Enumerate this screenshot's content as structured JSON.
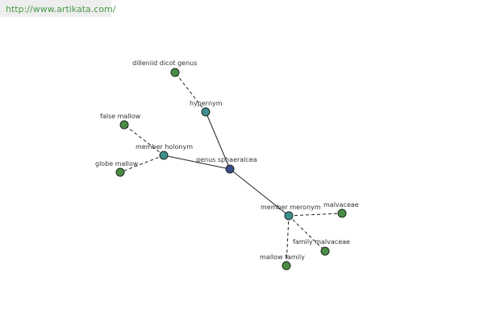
{
  "site": {
    "url_text": "http://www.artikata.com/"
  },
  "colors": {
    "center": "#3b4a8c",
    "relation": "#3f8f8f",
    "term": "#4a8c45",
    "edge": "#222222",
    "banner": "#eeeeee",
    "link": "#4a9b4a"
  },
  "graph": {
    "nodes": [
      {
        "id": "genus-sphaeralcea",
        "label": "genus sphaeralcea",
        "kind": "center"
      },
      {
        "id": "hypernym",
        "label": "hypernym",
        "kind": "relation"
      },
      {
        "id": "member-holonym",
        "label": "member holonym",
        "kind": "relation"
      },
      {
        "id": "member-meronym",
        "label": "member meronym",
        "kind": "relation"
      },
      {
        "id": "dilleniid-dicot-genus",
        "label": "dilleniid dicot genus",
        "kind": "term"
      },
      {
        "id": "false-mallow",
        "label": "false mallow",
        "kind": "term"
      },
      {
        "id": "globe-mallow",
        "label": "globe mallow",
        "kind": "term"
      },
      {
        "id": "malvaceae",
        "label": "malvaceae",
        "kind": "term"
      },
      {
        "id": "family-malvaceae",
        "label": "family malvaceae",
        "kind": "term"
      },
      {
        "id": "mallow-family",
        "label": "mallow family",
        "kind": "term"
      }
    ],
    "edges": [
      {
        "from": "genus-sphaeralcea",
        "to": "hypernym",
        "style": "solid"
      },
      {
        "from": "genus-sphaeralcea",
        "to": "member-holonym",
        "style": "solid"
      },
      {
        "from": "genus-sphaeralcea",
        "to": "member-meronym",
        "style": "solid"
      },
      {
        "from": "hypernym",
        "to": "dilleniid-dicot-genus",
        "style": "dashed"
      },
      {
        "from": "member-holonym",
        "to": "false-mallow",
        "style": "dashed"
      },
      {
        "from": "member-holonym",
        "to": "globe-mallow",
        "style": "dashed"
      },
      {
        "from": "member-meronym",
        "to": "malvaceae",
        "style": "dashed"
      },
      {
        "from": "member-meronym",
        "to": "family-malvaceae",
        "style": "dashed"
      },
      {
        "from": "member-meronym",
        "to": "mallow-family",
        "style": "dashed"
      }
    ]
  }
}
